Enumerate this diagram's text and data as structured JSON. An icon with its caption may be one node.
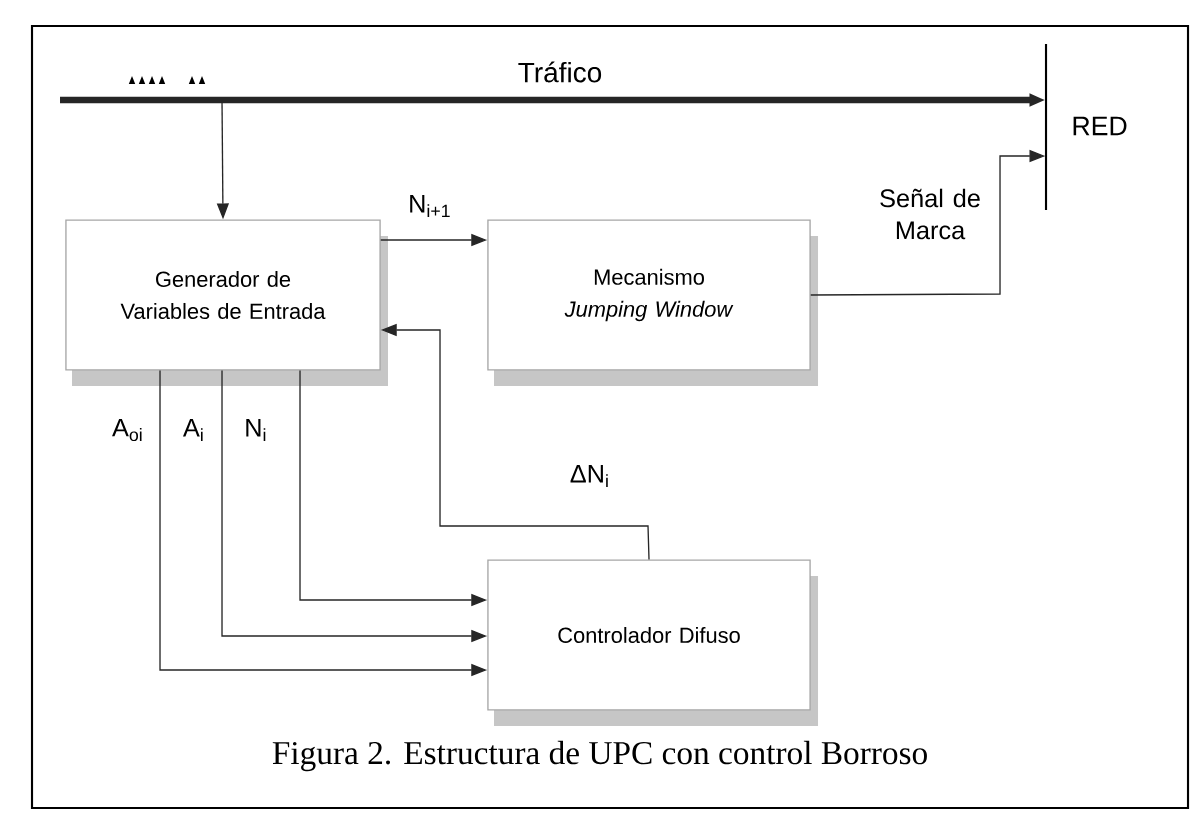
{
  "diagram": {
    "caption": "Figura 2. Estructura de UPC con control Borroso",
    "nodes": [
      {
        "text": [
          "Generador de Variables de Entrada"
        ]
      },
      {
        "text": [
          "Mecanismo *Jumping Window*"
        ]
      },
      {
        "text": [
          "Controlador Difuso"
        ]
      },
      {
        "text": [],
        "shape": "bar",
        "beside": [
          "RED"
        ]
      }
    ],
    "edges": [
      {
        "from": null,
        "to": 3,
        "arrow": "to",
        "label": "Tráfico",
        "style": "thick"
      },
      {
        "from": null,
        "to": 0,
        "arrow": "to"
      },
      {
        "from": 0,
        "to": 1,
        "arrow": "to",
        "label": "N$_{i+1}$"
      },
      {
        "from": 1,
        "to": 3,
        "arrow": "to",
        "label": "Señal de Marca"
      },
      {
        "from": 2,
        "to": 0,
        "arrow": "to",
        "label": "ΔN$_{i}$"
      },
      {
        "from": 0,
        "to": 2,
        "arrow": "to",
        "label": "A$_{oi}$"
      },
      {
        "from": 0,
        "to": 2,
        "arrow": "to",
        "label": "A$_{i}$"
      },
      {
        "from": 0,
        "to": 2,
        "arrow": "to",
        "label": "N$_{i}$"
      }
    ]
  }
}
